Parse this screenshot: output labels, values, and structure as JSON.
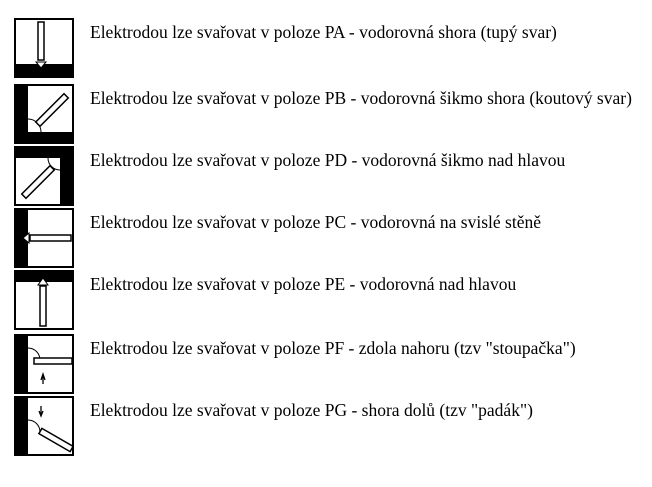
{
  "positions": [
    {
      "code": "PA",
      "icon": "pa-flat-butt-icon",
      "text": "Elektrodou lze svařovat v poloze PA - vodorovná shora (tupý svar)"
    },
    {
      "code": "PB",
      "icon": "pb-horizontal-fillet-icon",
      "text": "Elektrodou lze svařovat v poloze PB - vodorovná šikmo shora (koutový svar)"
    },
    {
      "code": "PD",
      "icon": "pd-overhead-fillet-icon",
      "text": "Elektrodou lze svařovat v poloze PD - vodorovná šikmo nad hlavou"
    },
    {
      "code": "PC",
      "icon": "pc-horizontal-vertical-wall-icon",
      "text": "Elektrodou lze svařovat v poloze PC - vodorovná na svislé stěně"
    },
    {
      "code": "PE",
      "icon": "pe-overhead-icon",
      "text": "Elektrodou lze svařovat v poloze PE - vodorovná nad hlavou"
    },
    {
      "code": "PF",
      "icon": "pf-vertical-up-icon",
      "text": "Elektrodou lze svařovat v poloze PF - zdola nahoru (tzv \"stoupačka\")"
    },
    {
      "code": "PG",
      "icon": "pg-vertical-down-icon",
      "text": "Elektrodou lze svařovat v poloze PG - shora dolů (tzv \"padák\")"
    }
  ]
}
